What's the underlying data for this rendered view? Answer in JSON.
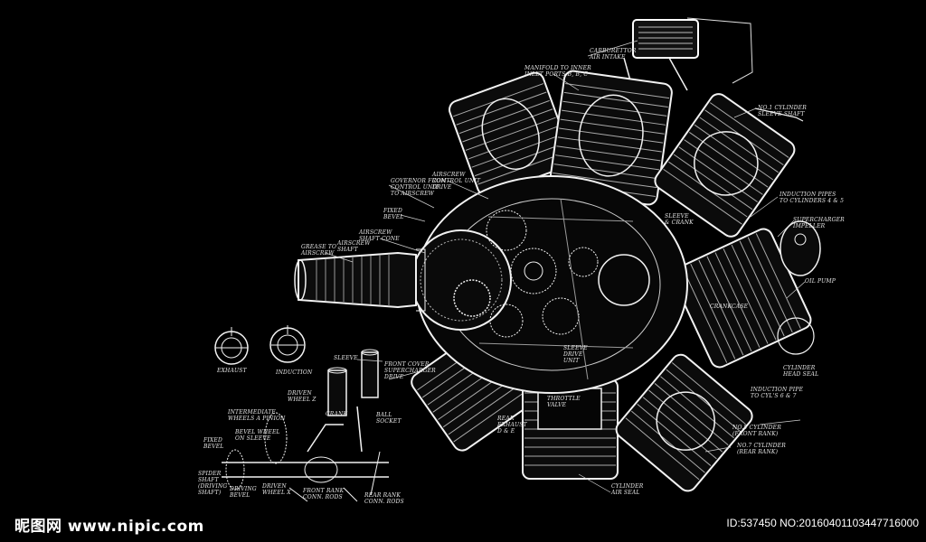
{
  "watermark": {
    "site": "昵图网 www.nipic.com",
    "id": "ID:537450 NO:20160401103447716000"
  },
  "labels": {
    "carburetor": "CARBURETTOR\nAIR INTAKE",
    "manifold": "MANIFOLD TO INNER\nINLET PORTS B, B, C",
    "no1_cylinder": "NO.1 CYLINDER\nSLEEVE SHAFT",
    "airscrew_drive": "AIRSCREW\nCONTROL UNIT\nDRIVE",
    "governor": "GOVERNOR FROM\nCONTROL UNIT\nTO AIRSCREW",
    "fixed_bevel_top": "FIXED\nBEVEL",
    "airscrew_shaft_cone": "AIRSCREW\nSHAFT CONE",
    "airscrew_shaft": "AIRSCREW\nSHAFT",
    "grease_airscrew": "GREASE TO\nAIRSCREW",
    "sleeve_crank": "SLEEVE\n& CRANK",
    "induction_pipes": "INDUCTION PIPES\nTO CYLINDERS 4 & 5",
    "supercharger": "SUPERCHARGER\nIMPELLER",
    "oil_pump": "OIL PUMP",
    "exhaust": "EXHAUST",
    "induction": "INDUCTION",
    "sleeve": "SLEEVE",
    "front_cover": "FRONT COVER\nSUPERCHARGER\nDRIVE",
    "driven_wheel_z": "DRIVEN\nWHEEL Z",
    "intermediate": "INTERMEDIATE\nWHEELS A PINION",
    "crank": "CRANK",
    "ball_socket": "BALL\nSOCKET",
    "bevel_wheel": "BEVEL WHEEL\nON SLEEVE",
    "fixed_bevel": "FIXED\nBEVEL",
    "spider_shaft": "SPIDER\nSHAFT\n(DRIVING\nSHAFT)",
    "driving_bevel": "DRIVING\nBEVEL",
    "driven_wheel_x": "DRIVEN\nWHEEL X",
    "front_rank": "FRONT RANK\nCONN. RODS",
    "rear_rank": "REAR RANK\nCONN. RODS",
    "sleeve_drive": "SLEEVE\nDRIVE\nUNIT",
    "rear_exhaust": "REAR\nEXHAUST\nD & E",
    "throttle": "THROTTLE\nVALVE",
    "no5_cylinder": "NO.5 CYLINDER\n(FRONT RANK)",
    "no7_cylinder": "NO.7 CYLINDER\n(REAR RANK)",
    "cylinder_seal": "CYLINDER\nAIR SEAL",
    "cylinder_head": "CYLINDER\nHEAD SEAL",
    "induction_pipe_6_7": "INDUCTION PIPE\nTO CYL'S 6 & 7",
    "crankcase": "CRANKCASE"
  }
}
